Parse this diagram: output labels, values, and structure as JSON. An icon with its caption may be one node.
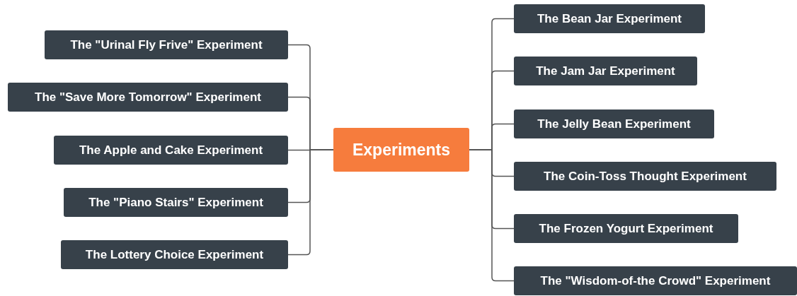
{
  "diagram": {
    "nodes": [
      {
        "text": [
          "Experiments"
        ]
      },
      {
        "text": [
          "The \"Urinal Fly Frive\" Experiment"
        ]
      },
      {
        "text": [
          "The \"Save More Tomorrow\" Experiment"
        ]
      },
      {
        "text": [
          "The Apple and Cake Experiment"
        ]
      },
      {
        "text": [
          "The \"Piano Stairs\" Experiment"
        ]
      },
      {
        "text": [
          "The Lottery Choice Experiment"
        ]
      },
      {
        "text": [
          "The Bean Jar Experiment"
        ]
      },
      {
        "text": [
          "The Jam Jar Experiment"
        ]
      },
      {
        "text": [
          "The Jelly Bean Experiment"
        ]
      },
      {
        "text": [
          "The Coin-Toss Thought Experiment"
        ]
      },
      {
        "text": [
          "The Frozen Yogurt Experiment"
        ]
      },
      {
        "text": [
          "The \"Wisdom-of-the Crowd\" Experiment"
        ]
      }
    ],
    "edges": [
      {
        "from": 0,
        "to": 1,
        "arrow": "none"
      },
      {
        "from": 0,
        "to": 2,
        "arrow": "none"
      },
      {
        "from": 0,
        "to": 3,
        "arrow": "none"
      },
      {
        "from": 0,
        "to": 4,
        "arrow": "none"
      },
      {
        "from": 0,
        "to": 5,
        "arrow": "none"
      },
      {
        "from": 0,
        "to": 6,
        "arrow": "none"
      },
      {
        "from": 0,
        "to": 7,
        "arrow": "none"
      },
      {
        "from": 0,
        "to": 8,
        "arrow": "none"
      },
      {
        "from": 0,
        "to": 9,
        "arrow": "none"
      },
      {
        "from": 0,
        "to": 10,
        "arrow": "none"
      },
      {
        "from": 0,
        "to": 11,
        "arrow": "none"
      }
    ]
  }
}
